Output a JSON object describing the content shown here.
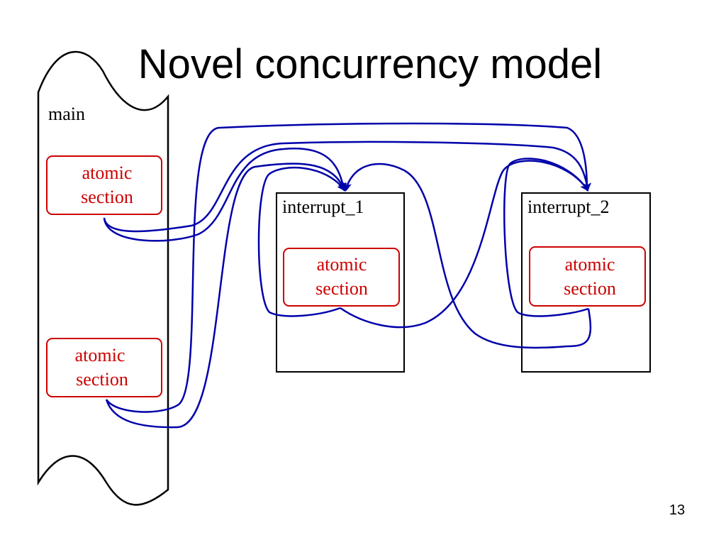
{
  "slide": {
    "title": "Novel concurrency model",
    "page_number": "13"
  },
  "diagram": {
    "main_thread": {
      "label": "main",
      "sections": [
        {
          "line1": "atomic",
          "line2": "section"
        },
        {
          "line1": "atomic",
          "line2": "section"
        }
      ]
    },
    "interrupts": [
      {
        "label": "interrupt_1",
        "section": {
          "line1": "atomic",
          "line2": "section"
        }
      },
      {
        "label": "interrupt_2",
        "section": {
          "line1": "atomic",
          "line2": "section"
        }
      }
    ],
    "colors": {
      "atomic_section": "#cc0000",
      "arrows": "#0000aa",
      "outline": "#000000"
    }
  }
}
